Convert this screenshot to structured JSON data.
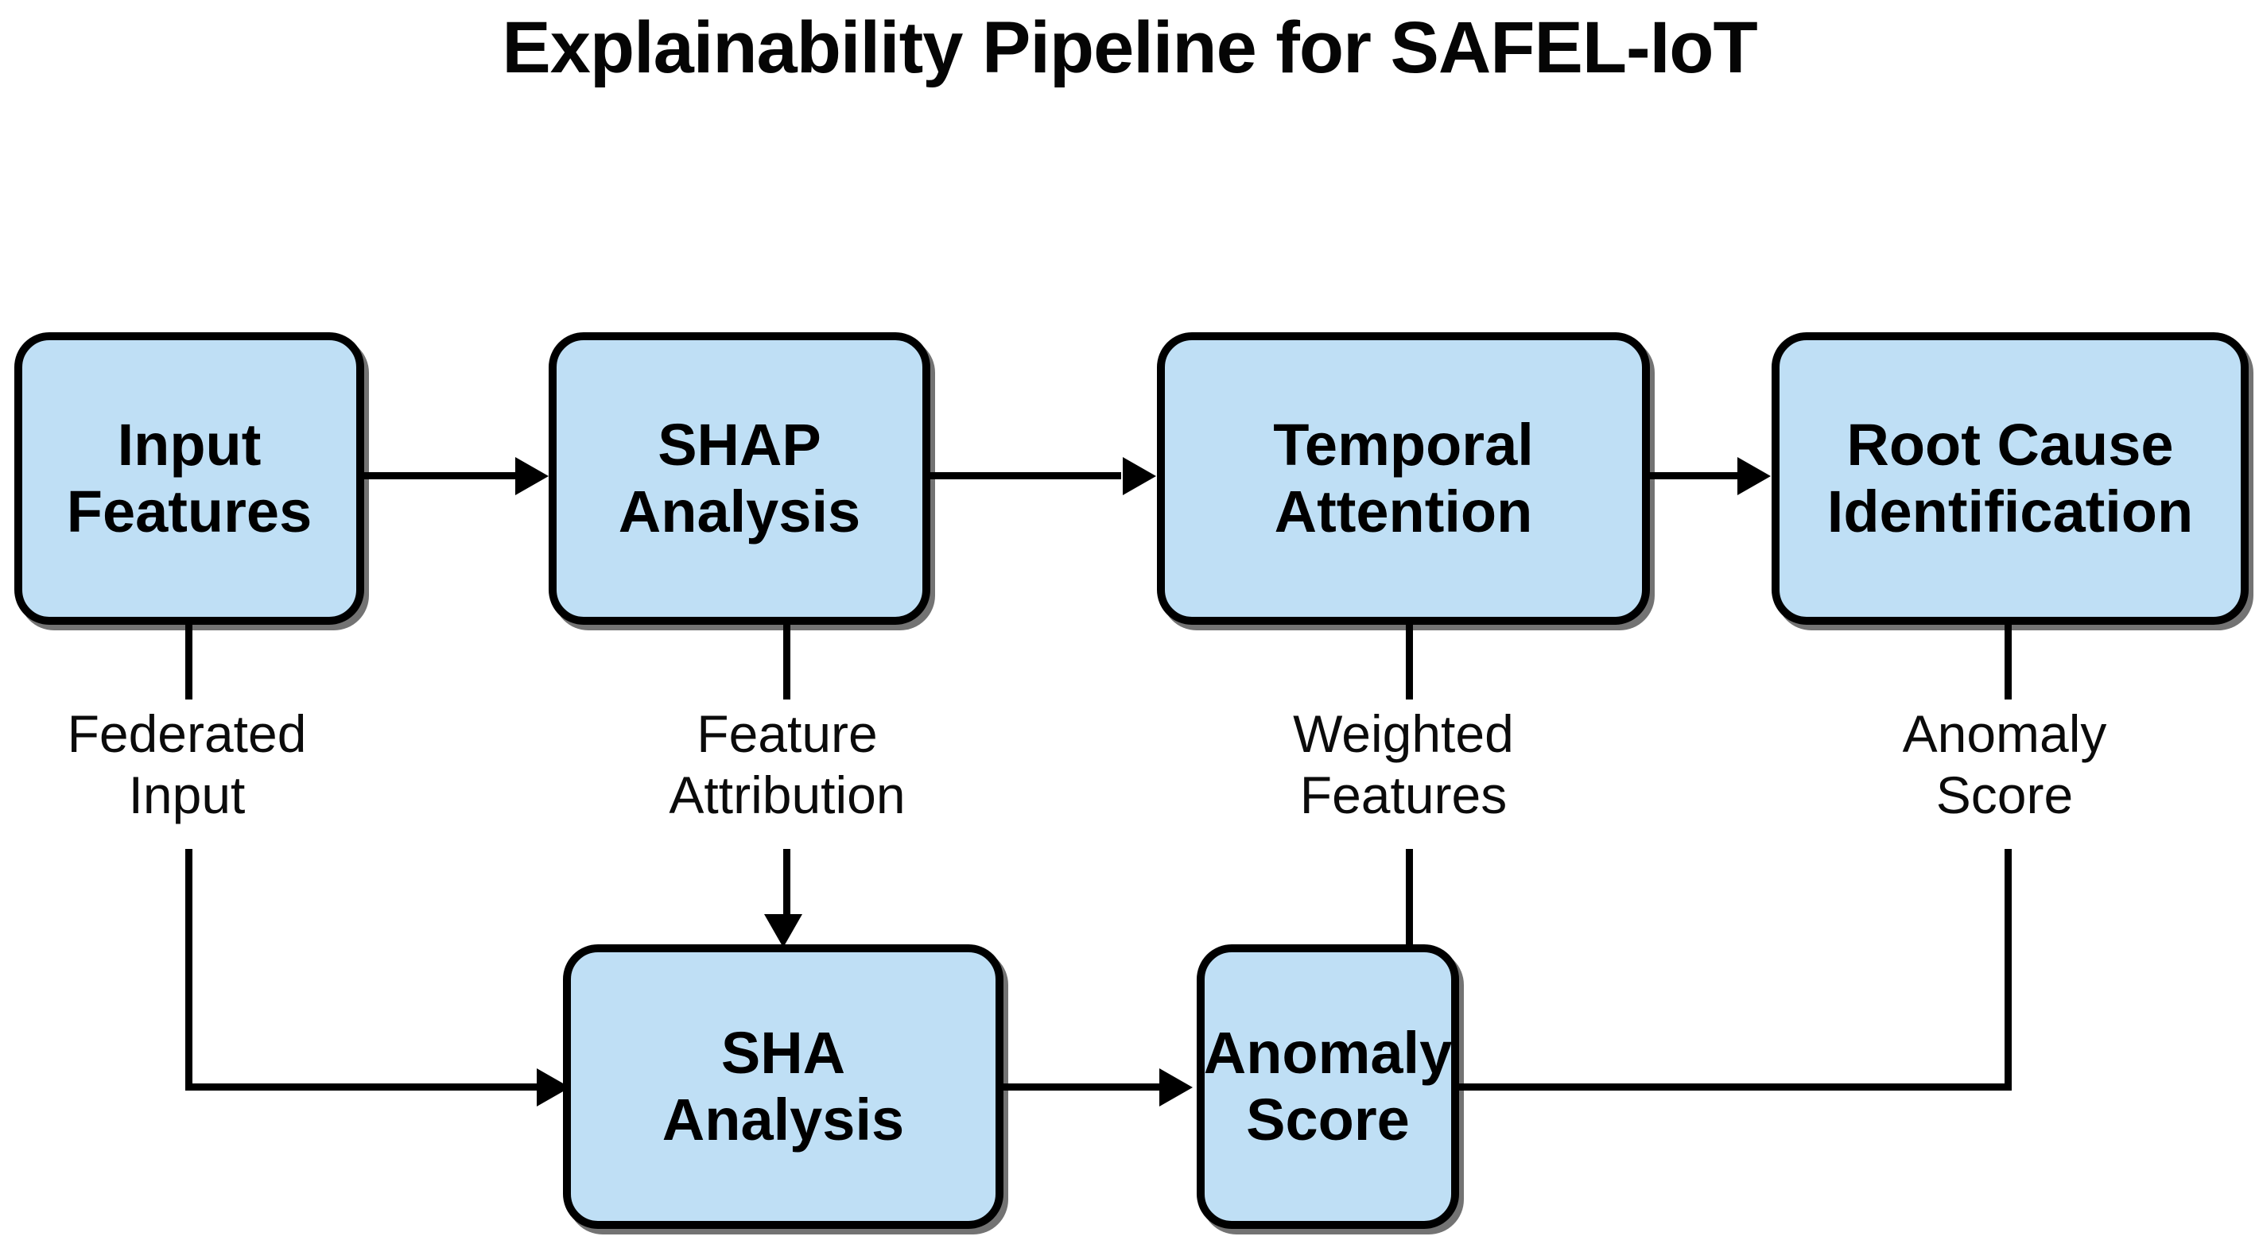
{
  "figure": {
    "title": "Explainability Pipeline for SAFEL-IoT",
    "background_color": "#ffffff",
    "node_fill_color": "#bfdff5",
    "node_border_color": "#000000",
    "text_color": "#000000"
  },
  "nodes": {
    "input_features": "Input\nFeatures",
    "shap_analysis": "SHAP\nAnalysis",
    "temporal_attention": "Temporal\nAttention",
    "root_cause_identification": "Root Cause\nIdentification",
    "sha_analysis": "SHA\nAnalysis",
    "anomaly_score": "Anomaly\nScore"
  },
  "edge_labels": {
    "federated_input": "Federated\nInput",
    "feature_attribution": "Feature\nAttribution",
    "weighted_features": "Weighted\nFeatures",
    "anomaly_score": "Anomaly\nScore"
  }
}
